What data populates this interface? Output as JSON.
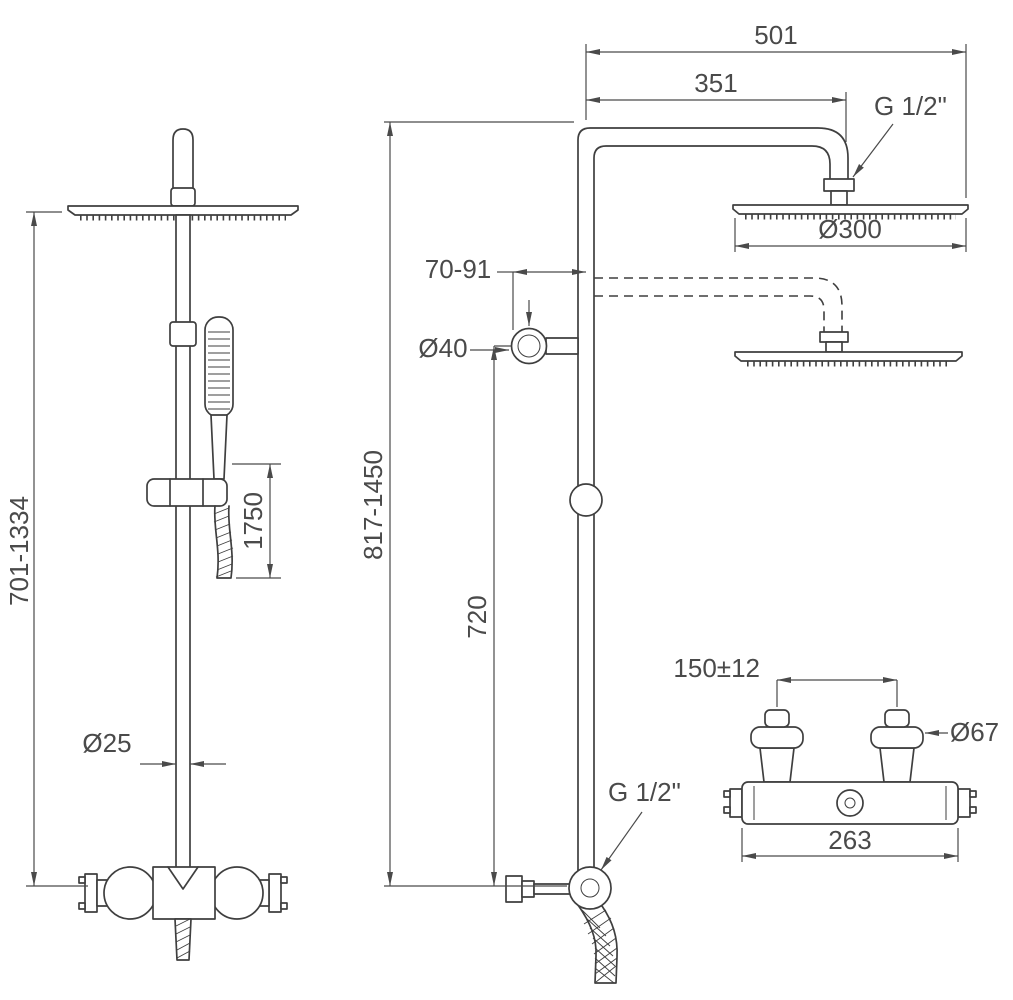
{
  "drawing": {
    "front_view": {
      "height_range": "701-1334",
      "hose_length": "1750",
      "pipe_diameter": "Ø25"
    },
    "side_view": {
      "overall_depth": "501",
      "arm_projection": "351",
      "top_connection": "G 1/2\"",
      "head_diameter": "Ø300",
      "wall_clearance": "70-91",
      "flange_diameter": "Ø40",
      "overall_height": "817-1450",
      "riser_height": "720",
      "outlet_connection": "G 1/2\""
    },
    "mixer_view": {
      "inlet_spacing": "150±12",
      "handle_diameter": "Ø67",
      "body_width": "263"
    },
    "colors": {
      "object_line": "#3f3f3f",
      "dimension_line": "#4a4a4a",
      "background": "#ffffff"
    }
  }
}
